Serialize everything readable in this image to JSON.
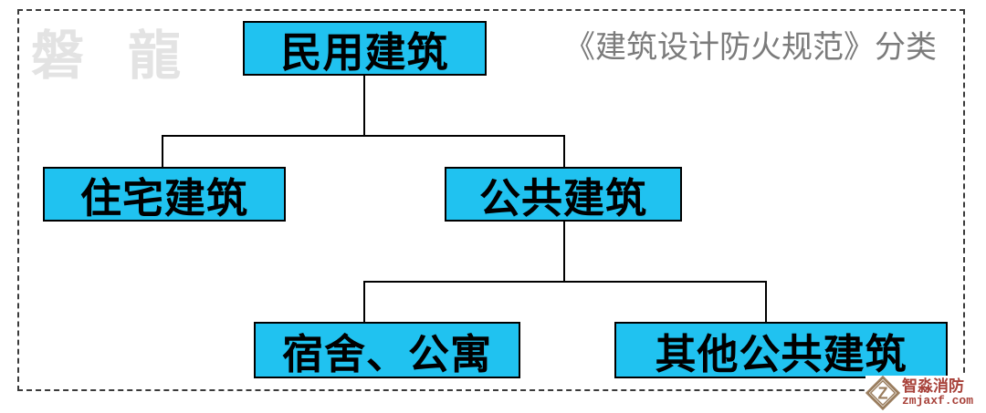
{
  "diagram": {
    "title": "《建筑设计防火规范》分类",
    "watermark": "磐 龍",
    "nodes": {
      "root": {
        "label": "民用建筑"
      },
      "residential": {
        "label": "住宅建筑"
      },
      "public": {
        "label": "公共建筑"
      },
      "dormitory": {
        "label": "宿舍、公寓"
      },
      "other_public": {
        "label": "其他公共建筑"
      }
    },
    "hierarchy": {
      "root": "民用建筑",
      "children_of_root": [
        "住宅建筑",
        "公共建筑"
      ],
      "children_of_public": [
        "宿舍、公寓",
        "其他公共建筑"
      ]
    },
    "colors": {
      "node_fill": "#20c2f0",
      "node_border": "#000000",
      "node_text": "#000000",
      "title_text": "#7b7b7b",
      "watermark_text": "#e3e3e3",
      "connector": "#000000",
      "frame_dash": "#3a3a3a",
      "logo_red": "#a8423a",
      "logo_tan": "#9a7d5e"
    }
  },
  "logo": {
    "name": "智淼消防",
    "url_text": "zmjaxf.com"
  }
}
